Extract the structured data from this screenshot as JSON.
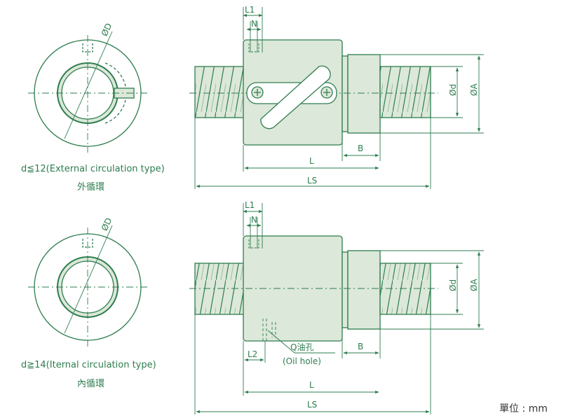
{
  "colors": {
    "line": "#2e7d4f",
    "fill": "#dce8d9",
    "thread": "#c8d8c2",
    "text": "#2e7d4f"
  },
  "labels": {
    "L1": "L1",
    "N": "N",
    "OD": "ØD",
    "Od": "Ød",
    "OA": "ØA",
    "L": "L",
    "B": "B",
    "LS": "LS",
    "L2": "L2"
  },
  "captions": {
    "external_en": "d≦12(External circulation type)",
    "external_zh": "外循環",
    "internal_en": "d≧14(Iternal circulation type)",
    "internal_zh": "內循環",
    "oil_hole_zh": "Q油孔",
    "oil_hole_en": "(Oil hole)"
  },
  "unit": "單位 : mm"
}
